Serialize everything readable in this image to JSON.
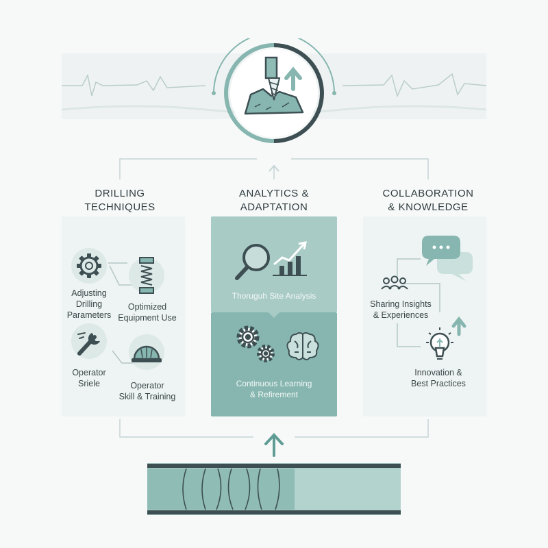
{
  "colors": {
    "accent": "#86b6af",
    "accent_light": "#a9cbc6",
    "dark": "#3d4f52",
    "panel": "#eef3f3"
  },
  "columns": {
    "left": {
      "line1": "DRILLING",
      "line2": "TECHNIQUES"
    },
    "center": {
      "line1": "ANALYTICS &",
      "line2": "ADAPTATION"
    },
    "right": {
      "line1": "COLLABORATION",
      "line2": "& KNOWLEDGE"
    }
  },
  "left_items": {
    "adjusting": {
      "line1": "Adjusting",
      "line2": "Drilling",
      "line3": "Parameters"
    },
    "equipment": {
      "line1": "Optimized",
      "line2": "Equipment Use"
    },
    "operator_sriele": {
      "line1": "Operator",
      "line2": "Sriele"
    },
    "operator_skill": {
      "line1": "Operator",
      "line2": "Skill & Training"
    }
  },
  "center_items": {
    "site_analysis": "Thoruguh Site Analysis",
    "learning": {
      "line1": "Continuous Learning",
      "line2": "& Refirement"
    }
  },
  "right_items": {
    "sharing": {
      "line1": "Sharing Insights",
      "line2": "& Experiences"
    },
    "innovation": {
      "line1": "Innovation &",
      "line2": "Best Practices"
    }
  },
  "icons": {
    "top": "drill-rock-icon",
    "gear": "gear-icon",
    "spring": "spring-icon",
    "wrench": "wrench-icon",
    "hardhat": "hard-hat-icon",
    "magnifier": "magnifier-icon",
    "trend": "trend-chart-icon",
    "gears": "gears-icon",
    "brain": "brain-icon",
    "chat": "chat-bubbles-icon",
    "people": "people-icon",
    "bulb": "lightbulb-icon"
  }
}
